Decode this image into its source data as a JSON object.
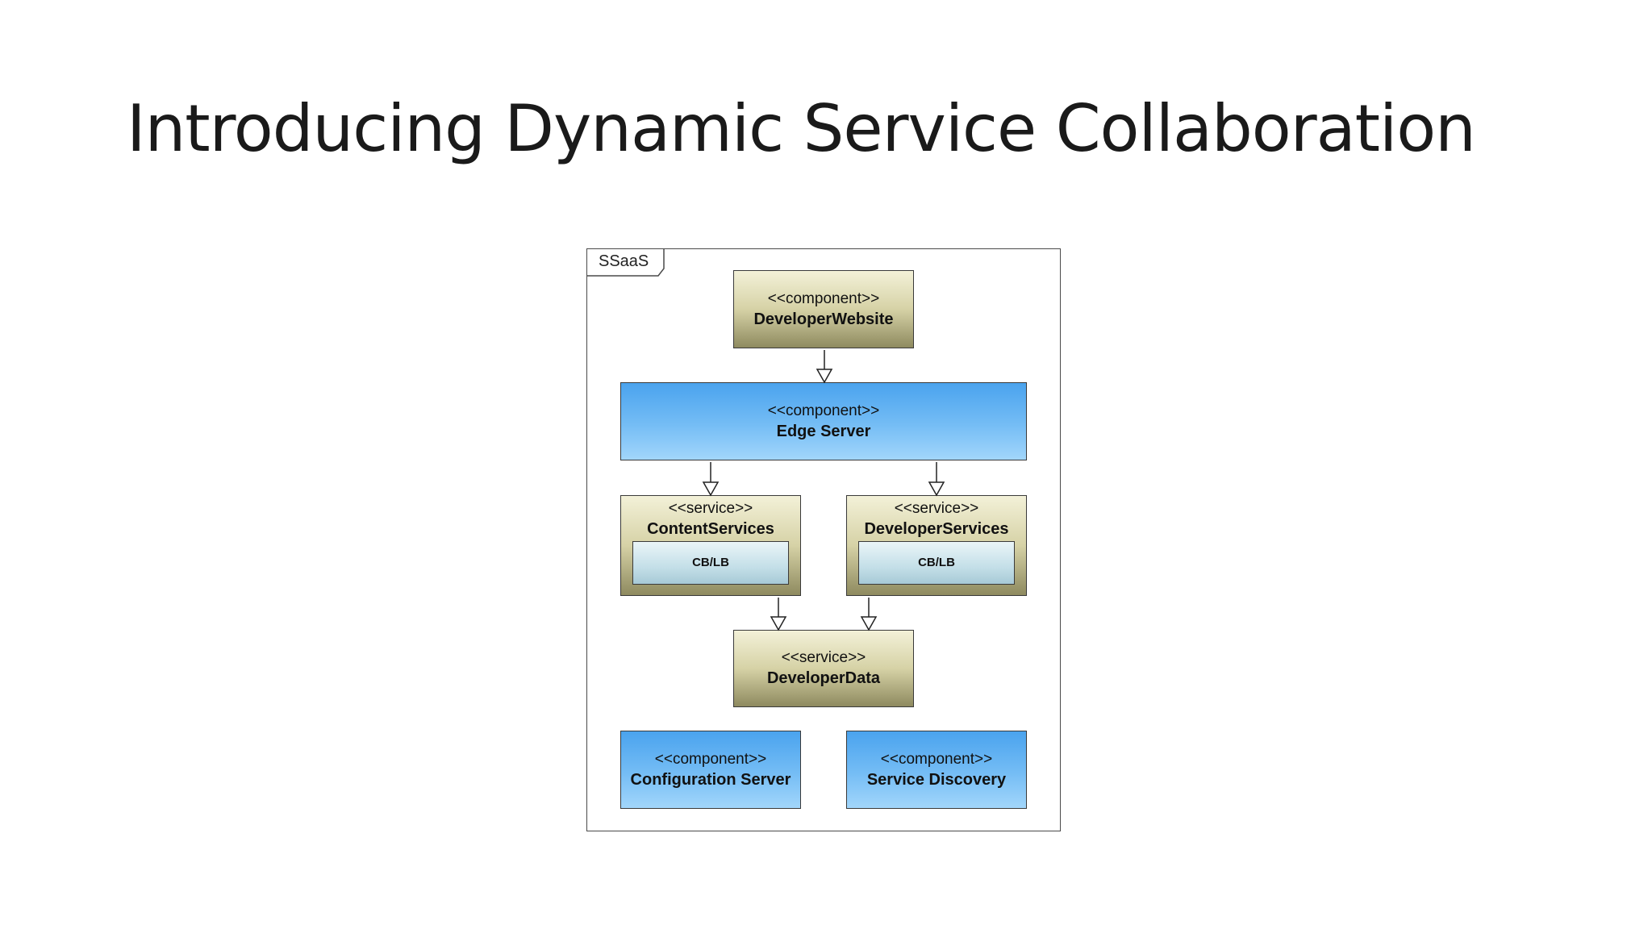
{
  "slide": {
    "title": "Introducing Dynamic Service Collaboration"
  },
  "diagram": {
    "frame_label": "SSaaS",
    "developer_website": {
      "stereotype": "<<component>>",
      "name": "DeveloperWebsite"
    },
    "edge_server": {
      "stereotype": "<<component>>",
      "name": "Edge Server"
    },
    "content_services": {
      "stereotype": "<<service>>",
      "name": "ContentServices",
      "inner": "CB/LB"
    },
    "developer_services": {
      "stereotype": "<<service>>",
      "name": "DeveloperServices",
      "inner": "CB/LB"
    },
    "developer_data": {
      "stereotype": "<<service>>",
      "name": "DeveloperData"
    },
    "configuration_server": {
      "stereotype": "<<component>>",
      "name": "Configuration Server"
    },
    "service_discovery": {
      "stereotype": "<<component>>",
      "name": "Service Discovery"
    }
  }
}
